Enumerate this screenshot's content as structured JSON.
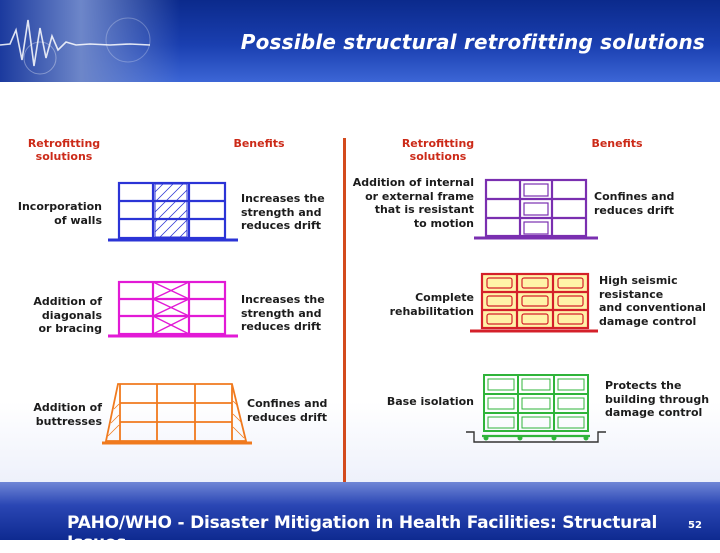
{
  "slide": {
    "title": "Possible structural retrofitting solutions",
    "footer": "PAHO/WHO - Disaster Mitigation in Health Facilities: Structural Issues",
    "page_number": "52"
  },
  "columns": {
    "left_solutions": "Retrofitting\nsolutions",
    "left_benefits": "Benefits",
    "right_solutions": "Retrofitting\nsolutions",
    "right_benefits": "Benefits"
  },
  "left_rows": [
    {
      "solution": "Incorporation\nof walls",
      "benefit": "Increases the\nstrength and\nreduces drift",
      "color": "#2b34d6",
      "icon": "frame-with-infill-walls-icon"
    },
    {
      "solution": "Addition of\ndiagonals\nor bracing",
      "benefit": "Increases the\nstrength and\nreduces drift",
      "color": "#e21ad6",
      "icon": "frame-with-diagonal-bracing-icon"
    },
    {
      "solution": "Addition of\nbuttresses",
      "benefit": "Confines and\nreduces drift",
      "color": "#f07a1e",
      "icon": "frame-with-buttresses-icon"
    }
  ],
  "right_rows": [
    {
      "solution": "Addition of internal\nor external frame\nthat is resistant\nto motion",
      "benefit": "Confines and\nreduces drift",
      "color": "#7a2fb0",
      "icon": "frame-with-added-frame-icon"
    },
    {
      "solution": "Complete\nrehabilitation",
      "benefit": "High seismic\nresistance\nand conventional\ndamage control",
      "color": "#d4202a",
      "fill": "#fff3a8",
      "icon": "rehabilitated-frame-icon"
    },
    {
      "solution": "Base isolation",
      "benefit": "Protects the\nbuilding through\ndamage control",
      "color": "#2fb43a",
      "icon": "base-isolated-frame-icon"
    }
  ]
}
